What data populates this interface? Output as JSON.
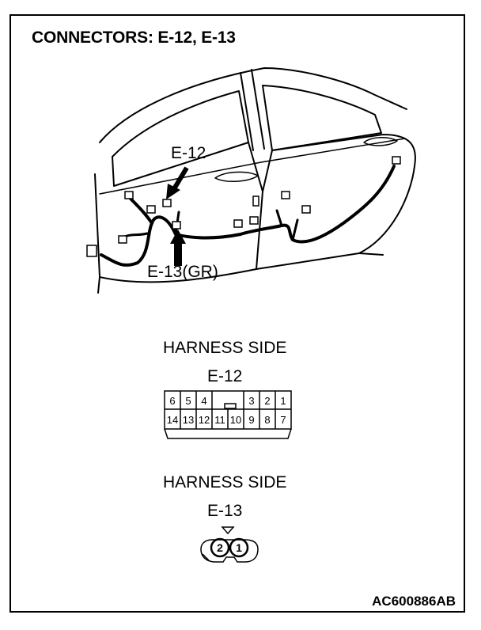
{
  "title": "CONNECTORS: E-12, E-13",
  "callouts": {
    "e12": "E-12",
    "e13": "E-13(GR)"
  },
  "harness_e12": {
    "heading": "HARNESS SIDE",
    "name": "E-12",
    "top_row": [
      "6",
      "5",
      "4",
      "3",
      "2",
      "1"
    ],
    "bottom_row": [
      "14",
      "13",
      "12",
      "11",
      "10",
      "9",
      "8",
      "7"
    ]
  },
  "harness_e13": {
    "heading": "HARNESS SIDE",
    "name": "E-13",
    "pins": [
      "2",
      "1"
    ]
  },
  "figure_code": "AC600886AB"
}
